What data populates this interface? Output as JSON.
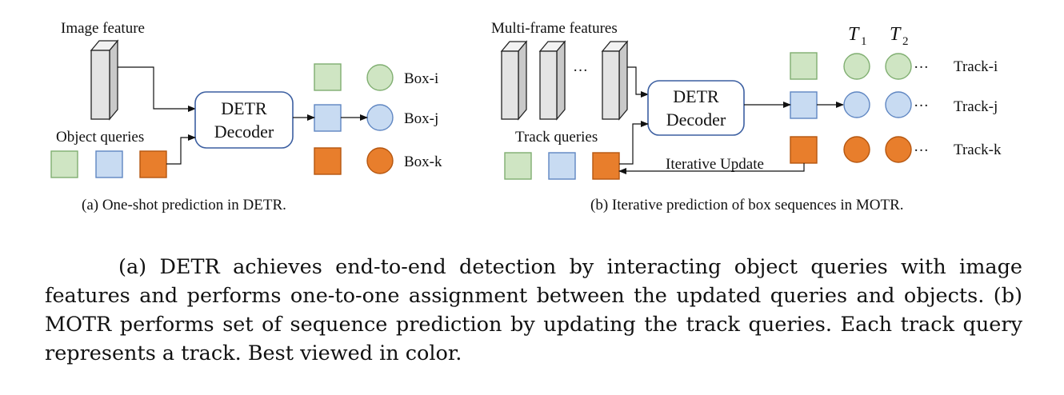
{
  "colors": {
    "green_fill": "#cfe5c3",
    "green_stroke": "#7fae70",
    "blue_fill": "#c8dbf2",
    "blue_stroke": "#5f86c2",
    "orange_fill": "#e87e2c",
    "orange_stroke": "#b5560f",
    "feature_fill": "#e4e4e4",
    "decoder_stroke": "#3c5fa1"
  },
  "panel_a": {
    "image_feature_label": "Image feature",
    "decoder_line1": "DETR",
    "decoder_line2": "Decoder",
    "queries_label": "Object queries",
    "box_labels": [
      "Box-i",
      "Box-j",
      "Box-k"
    ],
    "caption": "(a) One-shot prediction in DETR."
  },
  "panel_b": {
    "features_label": "Multi-frame features",
    "ellipsis": "···",
    "decoder_line1": "DETR",
    "decoder_line2": "Decoder",
    "queries_label": "Track queries",
    "update_label": "Iterative Update",
    "time_symbol": "T",
    "time_subscripts": [
      "1",
      "2"
    ],
    "row_ellipsis": "···",
    "track_labels": [
      "Track-i",
      "Track-j",
      "Track-k"
    ],
    "caption": "(b) Iterative prediction of box sequences in MOTR."
  },
  "figure_caption": "(a) DETR achieves end-to-end detection by interacting object queries with image features and performs one-to-one assignment between the updated queries and objects. (b) MOTR performs set of sequence prediction by updating the track queries. Each track query represents a track. Best viewed in color."
}
